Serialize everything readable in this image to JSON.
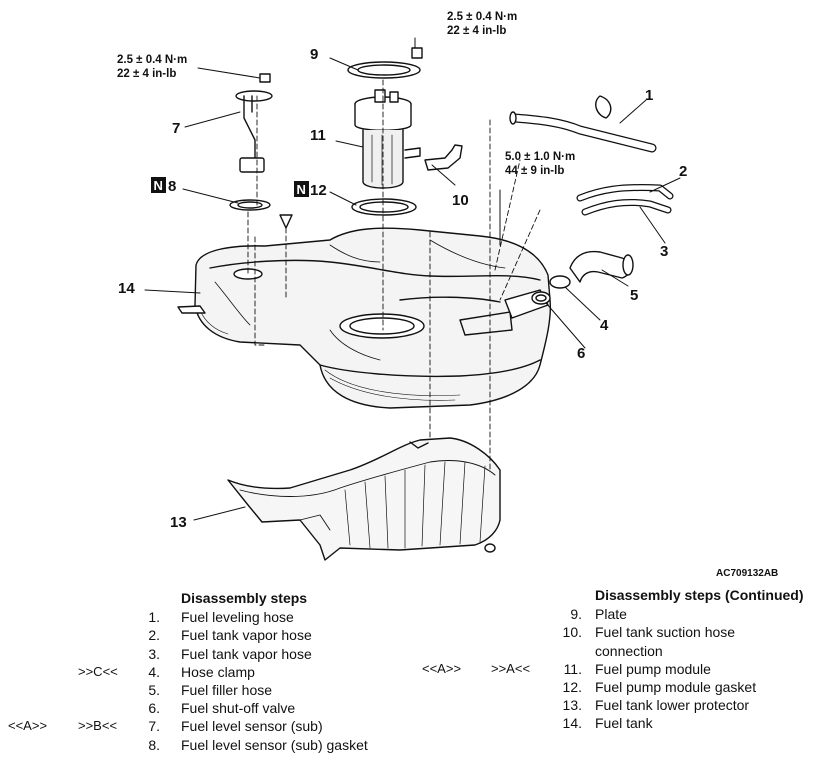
{
  "figure_id": "AC709132AB",
  "torque_specs": {
    "plate": [
      "2.5 ± 0.4 N·m",
      "22 ± 4 in-lb"
    ],
    "sensor": [
      "2.5 ± 0.4 N·m",
      "22 ± 4 in-lb"
    ],
    "tank": [
      "5.0 ± 1.0 N·m",
      "44 ± 9 in-lb"
    ]
  },
  "callouts": {
    "c1": "1",
    "c2": "2",
    "c3": "3",
    "c4": "4",
    "c5": "5",
    "c6": "6",
    "c7": "7",
    "c8": "8",
    "c9": "9",
    "c10": "10",
    "c11": "11",
    "c12": "12",
    "c13": "13",
    "c14": "14",
    "n_badge": "N"
  },
  "steps_left": {
    "title": "Disassembly steps",
    "items": [
      {
        "num": "1.",
        "label": "Fuel leveling hose"
      },
      {
        "num": "2.",
        "label": "Fuel tank vapor hose"
      },
      {
        "num": "3.",
        "label": "Fuel tank vapor hose"
      },
      {
        "num": "4.",
        "label": "Hose clamp",
        "tag_right": ">>C<<"
      },
      {
        "num": "5.",
        "label": "Fuel filler hose"
      },
      {
        "num": "6.",
        "label": "Fuel shut-off valve"
      },
      {
        "num": "7.",
        "label": "Fuel level sensor (sub)",
        "tag_left": "<<A>>",
        "tag_right": ">>B<<"
      },
      {
        "num": "8.",
        "label": "Fuel level sensor (sub) gasket"
      }
    ]
  },
  "steps_right": {
    "title": "Disassembly steps (Continued)",
    "items": [
      {
        "num": "9.",
        "label": "Plate"
      },
      {
        "num": "10.",
        "label": "Fuel tank suction hose",
        "label2": "connection"
      },
      {
        "num": "11.",
        "label": "Fuel pump module",
        "tag_left": "<<A>>",
        "tag_right": ">>A<<"
      },
      {
        "num": "12.",
        "label": "Fuel pump module gasket"
      },
      {
        "num": "13.",
        "label": "Fuel tank lower protector"
      },
      {
        "num": "14.",
        "label": "Fuel tank"
      }
    ]
  }
}
